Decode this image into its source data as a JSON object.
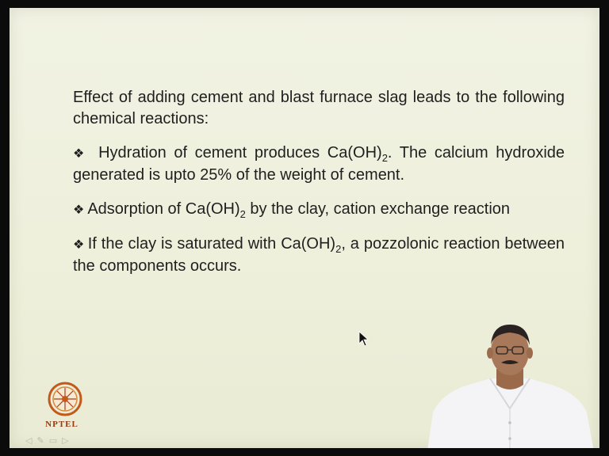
{
  "slide": {
    "intro": "Effect of adding cement and blast furnace slag leads to the following chemical reactions:",
    "bullets": [
      {
        "pre": "Hydration of cement produces Ca(OH)",
        "sub": "2",
        "post": ". The calcium hydroxide generated is upto 25% of the weight of cement."
      },
      {
        "pre": "Adsorption of Ca(OH)",
        "sub": "2",
        "post": " by the clay, cation exchange reaction"
      },
      {
        "pre": "If the clay is saturated with Ca(OH)",
        "sub": "2",
        "post": ", a pozzolonic reaction between the components occurs."
      }
    ],
    "bullet_symbol": "❖"
  },
  "logo": {
    "text": "NPTEL"
  },
  "colors": {
    "slide_bg": "#eef0dc",
    "text": "#1f1f1f",
    "logo_accent": "#9a3a12"
  }
}
